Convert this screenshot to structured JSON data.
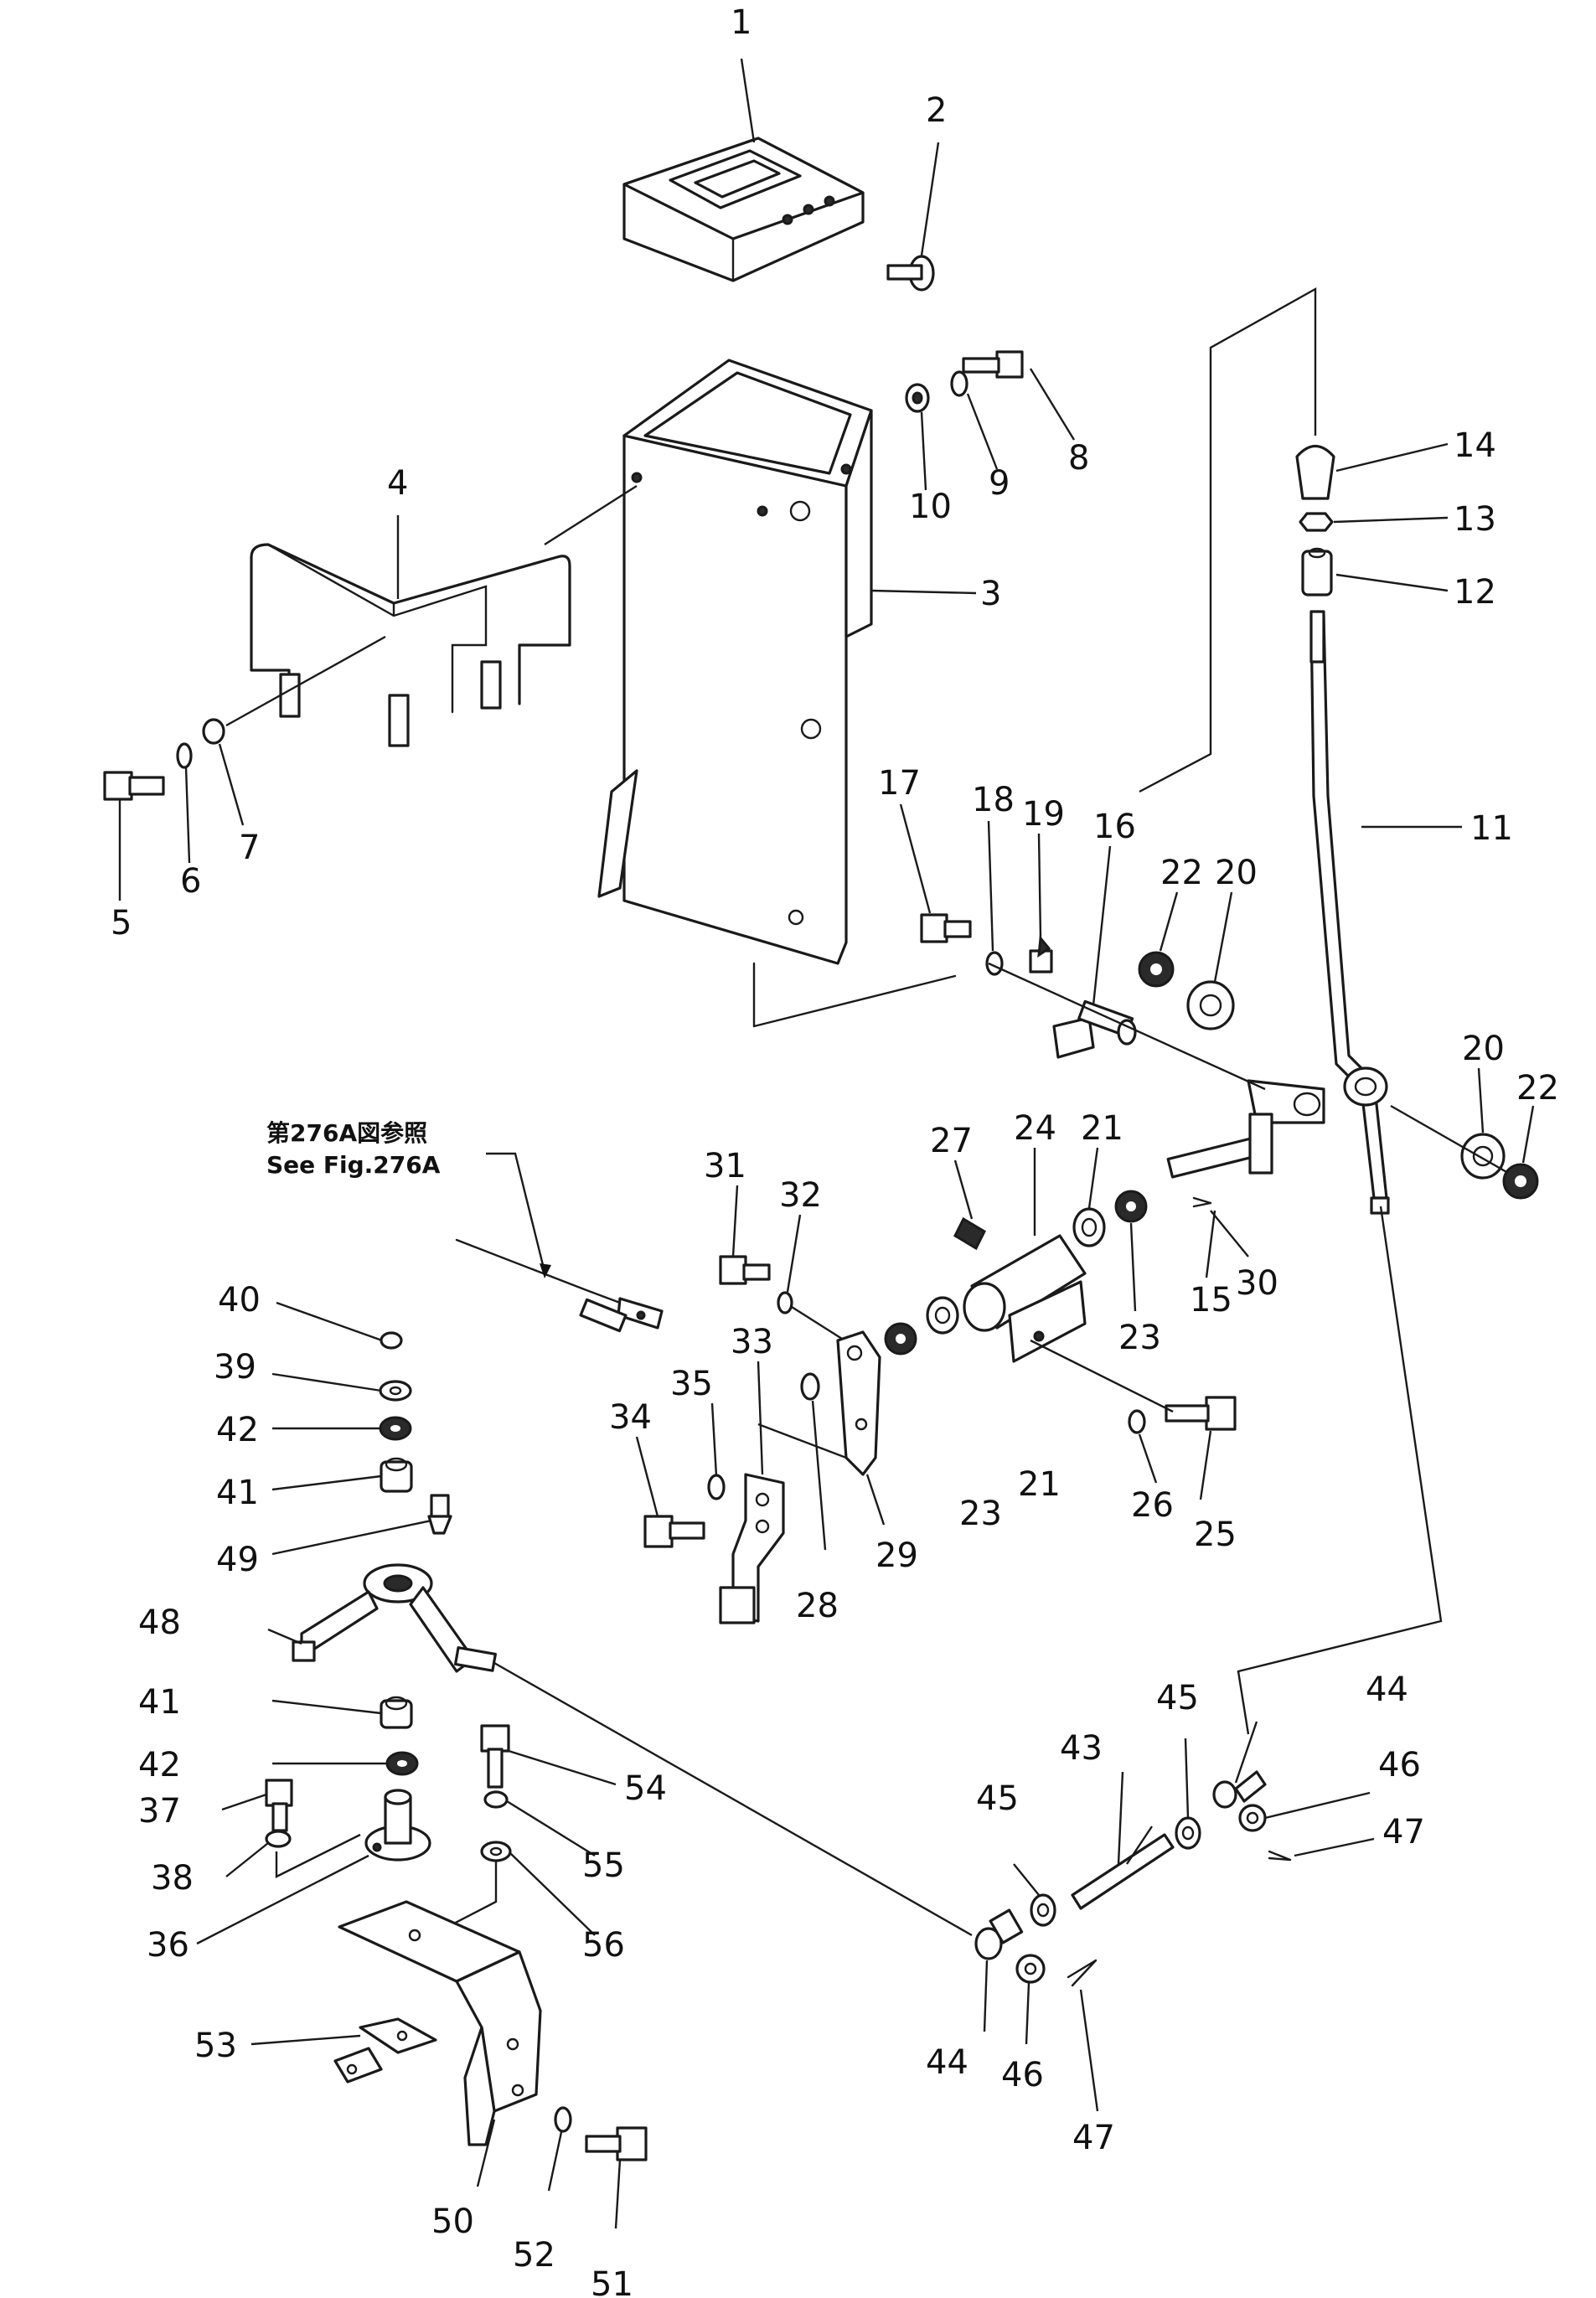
{
  "diagram": {
    "reference_note": {
      "line1": "第276A図参照",
      "line2": "See  Fig.276A"
    },
    "callouts": [
      {
        "id": "c1",
        "text": "1"
      },
      {
        "id": "c2",
        "text": "2"
      },
      {
        "id": "c3",
        "text": "3"
      },
      {
        "id": "c4",
        "text": "4"
      },
      {
        "id": "c5",
        "text": "5"
      },
      {
        "id": "c6",
        "text": "6"
      },
      {
        "id": "c7",
        "text": "7"
      },
      {
        "id": "c8",
        "text": "8"
      },
      {
        "id": "c9",
        "text": "9"
      },
      {
        "id": "c10",
        "text": "10"
      },
      {
        "id": "c11",
        "text": "11"
      },
      {
        "id": "c12",
        "text": "12"
      },
      {
        "id": "c13",
        "text": "13"
      },
      {
        "id": "c14",
        "text": "14"
      },
      {
        "id": "c15",
        "text": "15"
      },
      {
        "id": "c16",
        "text": "16"
      },
      {
        "id": "c17",
        "text": "17"
      },
      {
        "id": "c18",
        "text": "18"
      },
      {
        "id": "c19",
        "text": "19"
      },
      {
        "id": "c20a",
        "text": "20"
      },
      {
        "id": "c20b",
        "text": "20"
      },
      {
        "id": "c21a",
        "text": "21"
      },
      {
        "id": "c21b",
        "text": "21"
      },
      {
        "id": "c22a",
        "text": "22"
      },
      {
        "id": "c22b",
        "text": "22"
      },
      {
        "id": "c23a",
        "text": "23"
      },
      {
        "id": "c23b",
        "text": "23"
      },
      {
        "id": "c24",
        "text": "24"
      },
      {
        "id": "c25",
        "text": "25"
      },
      {
        "id": "c26",
        "text": "26"
      },
      {
        "id": "c27",
        "text": "27"
      },
      {
        "id": "c28",
        "text": "28"
      },
      {
        "id": "c29",
        "text": "29"
      },
      {
        "id": "c30",
        "text": "30"
      },
      {
        "id": "c31",
        "text": "31"
      },
      {
        "id": "c32",
        "text": "32"
      },
      {
        "id": "c33",
        "text": "33"
      },
      {
        "id": "c34",
        "text": "34"
      },
      {
        "id": "c35",
        "text": "35"
      },
      {
        "id": "c36",
        "text": "36"
      },
      {
        "id": "c37",
        "text": "37"
      },
      {
        "id": "c38",
        "text": "38"
      },
      {
        "id": "c39",
        "text": "39"
      },
      {
        "id": "c40",
        "text": "40"
      },
      {
        "id": "c41a",
        "text": "41"
      },
      {
        "id": "c41b",
        "text": "41"
      },
      {
        "id": "c42a",
        "text": "42"
      },
      {
        "id": "c42b",
        "text": "42"
      },
      {
        "id": "c43",
        "text": "43"
      },
      {
        "id": "c44a",
        "text": "44"
      },
      {
        "id": "c44b",
        "text": "44"
      },
      {
        "id": "c45a",
        "text": "45"
      },
      {
        "id": "c45b",
        "text": "45"
      },
      {
        "id": "c46a",
        "text": "46"
      },
      {
        "id": "c46b",
        "text": "46"
      },
      {
        "id": "c47a",
        "text": "47"
      },
      {
        "id": "c47b",
        "text": "47"
      },
      {
        "id": "c48",
        "text": "48"
      },
      {
        "id": "c49",
        "text": "49"
      },
      {
        "id": "c50",
        "text": "50"
      },
      {
        "id": "c51",
        "text": "51"
      },
      {
        "id": "c52",
        "text": "52"
      },
      {
        "id": "c53",
        "text": "53"
      },
      {
        "id": "c54",
        "text": "54"
      },
      {
        "id": "c55",
        "text": "55"
      },
      {
        "id": "c56",
        "text": "56"
      }
    ]
  }
}
